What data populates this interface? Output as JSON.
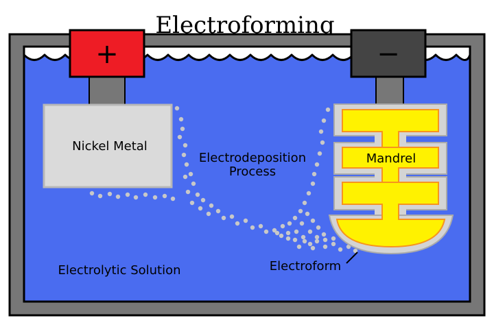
{
  "title": "Electroforming",
  "labels": {
    "anode": "Nickel Metal",
    "process_line1": "Electrodeposition",
    "process_line2": "Process",
    "cathode": "Mandrel",
    "solution": "Electrolytic Solution",
    "product": "Electroform"
  },
  "terminals": {
    "positive_symbol": "+",
    "negative_symbol": "−"
  },
  "colors": {
    "solution": "#4a6cf0",
    "tank": "#777777",
    "positive_terminal": "#ee1c25",
    "negative_terminal": "#444444",
    "anode": "#dadada",
    "mandrel": "#fff200",
    "mandrel_outline": "#f7941d",
    "particles": "#c8c8c8"
  }
}
